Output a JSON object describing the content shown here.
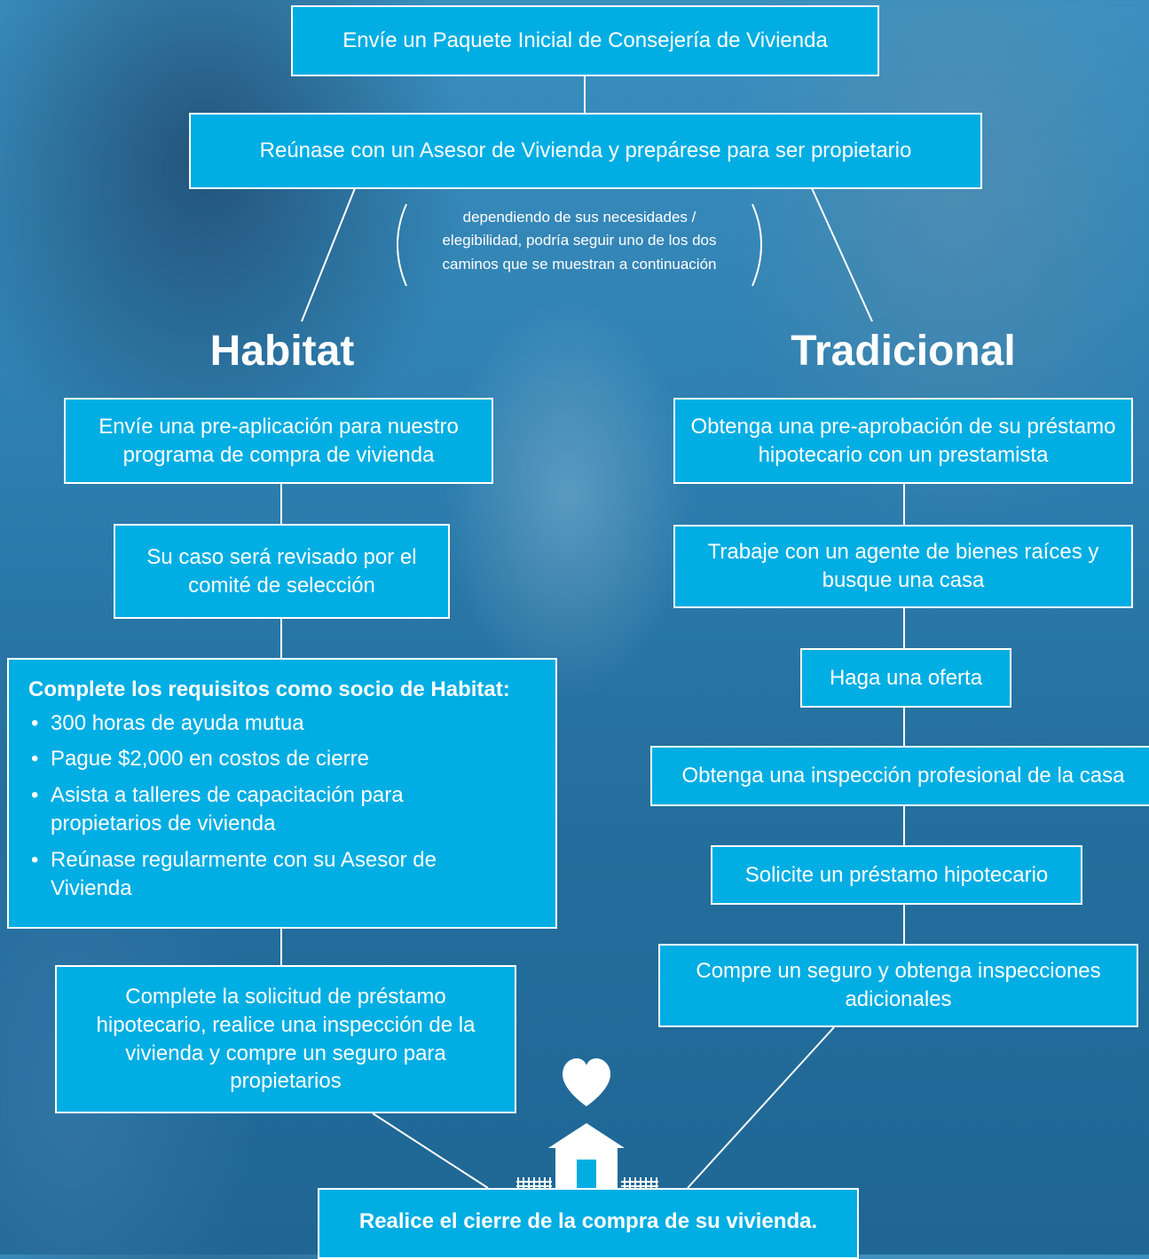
{
  "colors": {
    "box_fill": "#00aee3",
    "box_border": "#ffffff",
    "text": "#ffffff"
  },
  "top_steps": [
    "Envíe un Paquete Inicial de Consejería de Vivienda",
    "Reúnase con un Asesor de Vivienda y prepárese para ser propietario"
  ],
  "note": {
    "line1": "dependiendo de sus necesidades /",
    "line2": "elegibilidad, podría seguir uno de los dos",
    "line3": "caminos que se muestran a continuación"
  },
  "habitat": {
    "title": "Habitat",
    "steps": [
      "Envíe una pre-aplicación para nuestro programa de compra de vivienda",
      "Su caso será revisado por el comité de selección"
    ],
    "requirements": {
      "heading": "Complete los requisitos como socio de Habitat:",
      "items": [
        "300 horas de ayuda mutua",
        "Pague $2,000 en costos de cierre",
        "Asista a talleres de capacitación para propietarios de vivienda",
        "Reúnase regularmente con su Asesor de Vivienda"
      ]
    },
    "last_step": "Complete la solicitud de préstamo hipotecario, realice una inspección de la vivienda y compre un seguro para propietarios"
  },
  "tradicional": {
    "title": "Tradicional",
    "steps": [
      "Obtenga una pre-aprobación de su préstamo hipotecario con un prestamista",
      "Trabaje con un agente de bienes raíces y busque una casa",
      "Haga una oferta",
      "Obtenga una inspección profesional de la casa",
      "Solicite un préstamo hipotecario",
      "Compre un seguro y obtenga inspecciones adicionales"
    ]
  },
  "final_step": "Realice el cierre de la compra de su vivienda.",
  "icons": {
    "heart": "heart-icon",
    "house": "house-icon",
    "fence": "fence-icon"
  }
}
